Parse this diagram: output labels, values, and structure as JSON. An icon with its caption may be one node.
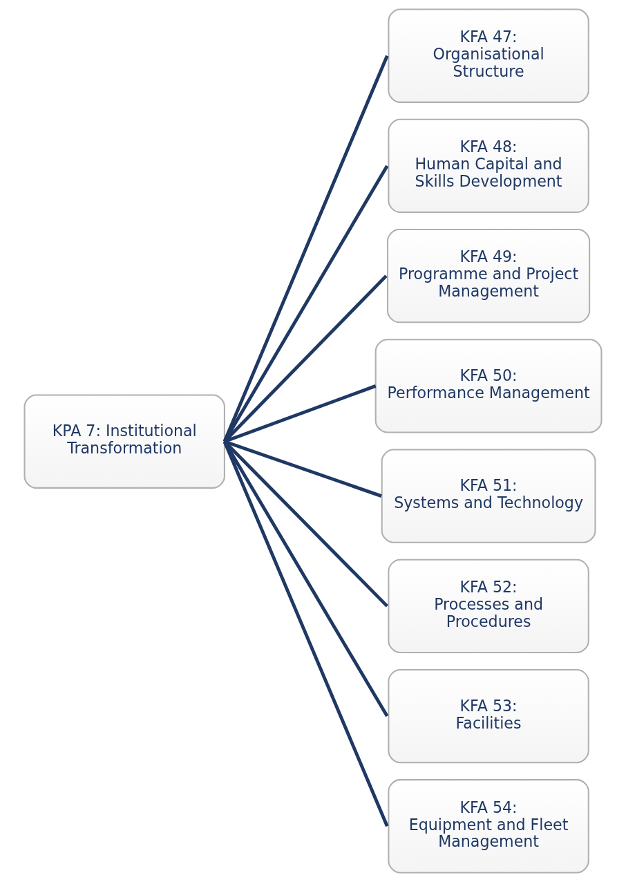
{
  "diagram": {
    "nodes": [
      {
        "text": [
          "KPA 7: Institutional Transformation"
        ]
      },
      {
        "text": [
          "KFA 47:",
          "Organisational Structure"
        ]
      },
      {
        "text": [
          "KFA 48:",
          "Human Capital and Skills Development"
        ]
      },
      {
        "text": [
          "KFA 49:",
          "Programme and Project Management"
        ]
      },
      {
        "text": [
          "KFA 50:",
          "Performance Management"
        ]
      },
      {
        "text": [
          "KFA 51:",
          "Systems and Technology"
        ]
      },
      {
        "text": [
          "KFA 52:",
          "Processes and Procedures"
        ]
      },
      {
        "text": [
          "KFA 53:",
          "Facilities"
        ]
      },
      {
        "text": [
          "KFA 54:",
          "Equipment and Fleet Management"
        ]
      }
    ],
    "edges": [
      {
        "from": 0,
        "to": 1,
        "arrow": "none"
      },
      {
        "from": 0,
        "to": 2,
        "arrow": "none"
      },
      {
        "from": 0,
        "to": 3,
        "arrow": "none"
      },
      {
        "from": 0,
        "to": 4,
        "arrow": "none"
      },
      {
        "from": 0,
        "to": 5,
        "arrow": "none"
      },
      {
        "from": 0,
        "to": 6,
        "arrow": "none"
      },
      {
        "from": 0,
        "to": 7,
        "arrow": "none"
      },
      {
        "from": 0,
        "to": 8,
        "arrow": "none"
      }
    ]
  }
}
